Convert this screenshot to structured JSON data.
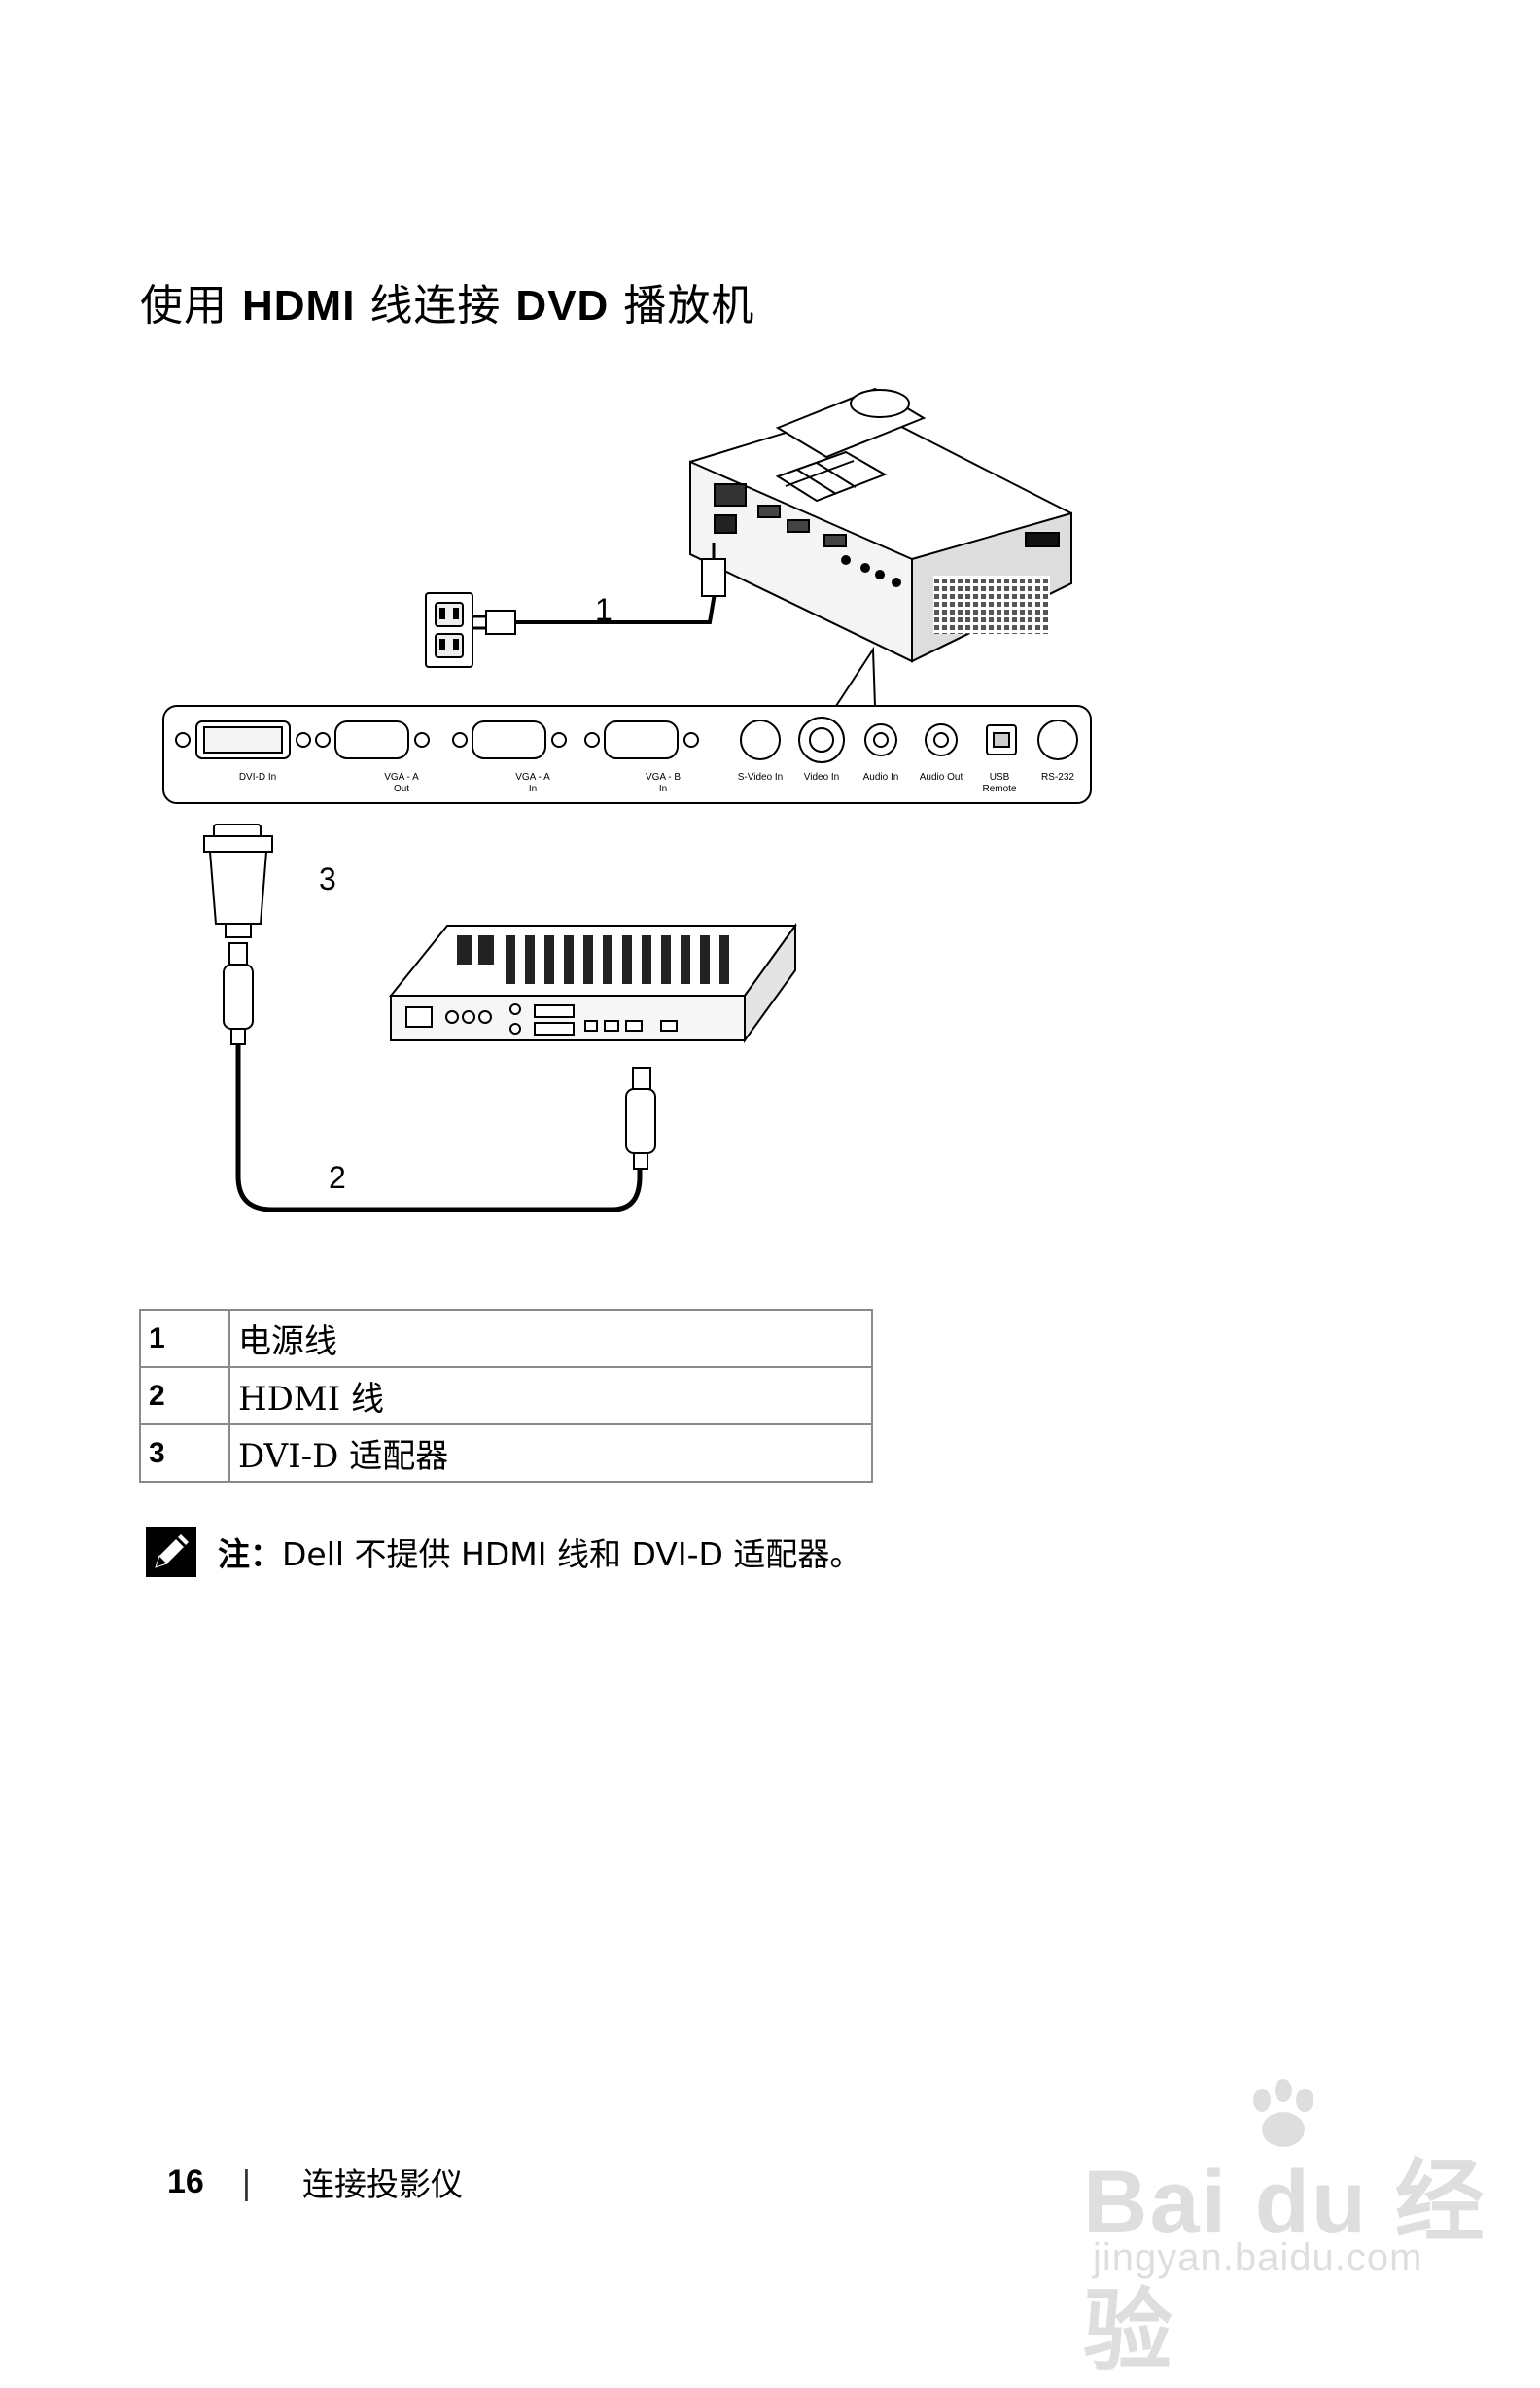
{
  "heading": {
    "prefix": "使用 ",
    "bold1": "HDMI",
    "mid": " 线连接 ",
    "bold2": "DVD",
    "suffix": " 播放机"
  },
  "diagram": {
    "callouts": [
      "1",
      "2",
      "3"
    ],
    "panel_ports": [
      "DVI-D In",
      "VGA - A",
      "Out",
      "VGA - A",
      "In",
      "VGA - B",
      "In",
      "S-Video In",
      "Video In",
      "Audio In",
      "Audio Out",
      "USB",
      "Remote",
      "RS-232"
    ]
  },
  "legend": [
    {
      "num": "1",
      "desc": "电源线"
    },
    {
      "num": "2",
      "desc": "HDMI 线"
    },
    {
      "num": "3",
      "desc": "DVI-D 适配器"
    }
  ],
  "note": {
    "label": "注：",
    "text": "Dell 不提供 HDMI 线和 DVI-D 适配器。"
  },
  "footer": {
    "page_number": "16",
    "separator": "|",
    "section": "连接投影仪"
  },
  "watermark": {
    "main": "Bai du 经验",
    "sub": "jingyan.baidu.com"
  }
}
